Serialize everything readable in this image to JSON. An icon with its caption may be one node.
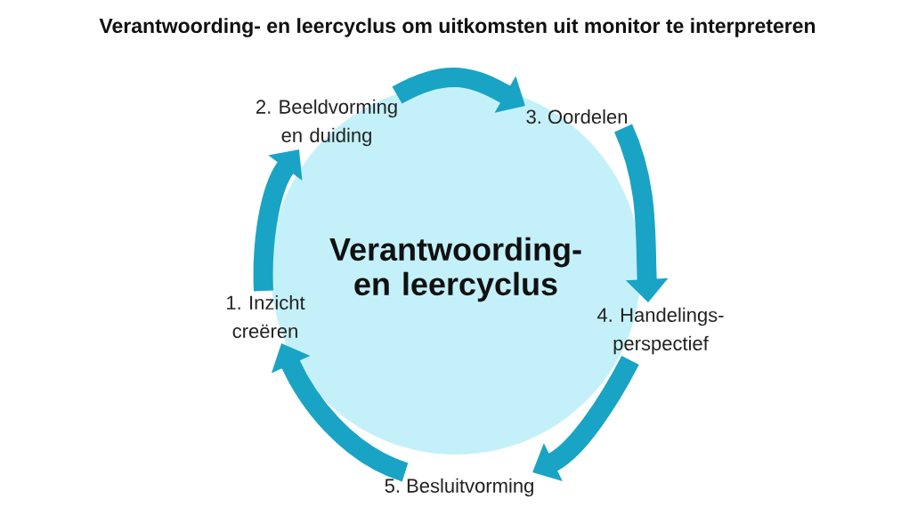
{
  "diagram": {
    "title": "Verantwoording- en leercyclus om uitkomsten uit monitor te interpreteren",
    "nodes": [
      {
        "text": [
          "Verantwoording- en leercyclus"
        ]
      },
      {
        "text": [
          "1. Inzicht creëren"
        ]
      },
      {
        "text": [
          "2. Beeldvorming en duiding"
        ]
      },
      {
        "text": [
          "3. Oordelen"
        ]
      },
      {
        "text": [
          "4. Handelings- perspectief"
        ]
      },
      {
        "text": [
          "5. Besluitvorming"
        ]
      }
    ],
    "edges": [
      {
        "from": 1,
        "to": 2,
        "arrow": "to"
      },
      {
        "from": 2,
        "to": 3,
        "arrow": "to"
      },
      {
        "from": 3,
        "to": 4,
        "arrow": "to"
      },
      {
        "from": 4,
        "to": 5,
        "arrow": "to"
      },
      {
        "from": 5,
        "to": 1,
        "arrow": "to"
      }
    ]
  }
}
